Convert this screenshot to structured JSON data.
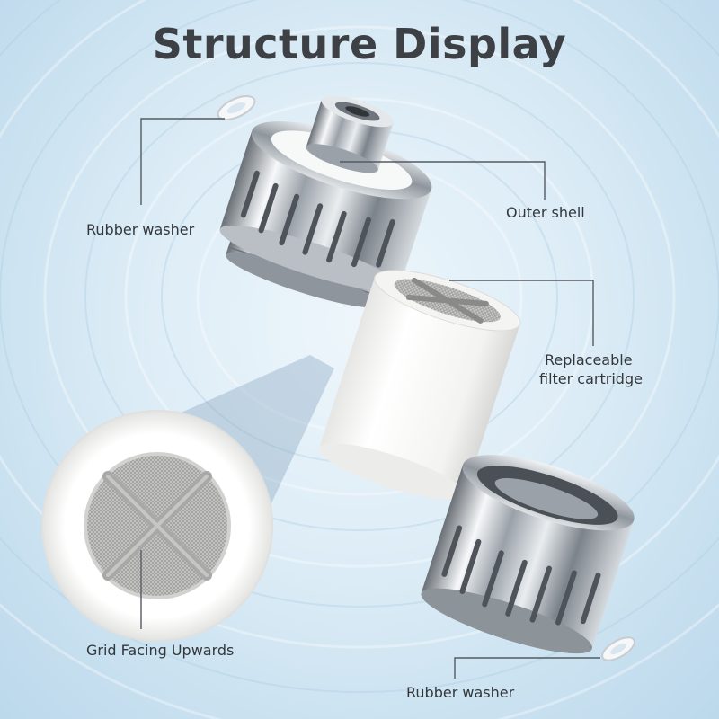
{
  "title": "Structure Display",
  "labels": {
    "rubber_washer_top": "Rubber washer",
    "outer_shell": "Outer shell",
    "cartridge_line1": "Replaceable",
    "cartridge_line2": "filter cartridge",
    "grid": "Grid Facing Upwards",
    "rubber_washer_bottom": "Rubber washer"
  },
  "colors": {
    "title": "#3d4044",
    "leader_line": "#555a60",
    "chrome_light": "#f4f6f8",
    "chrome_dark": "#5c6268",
    "cartridge": "#f8f8f6",
    "mesh": "#a4a4a2"
  }
}
